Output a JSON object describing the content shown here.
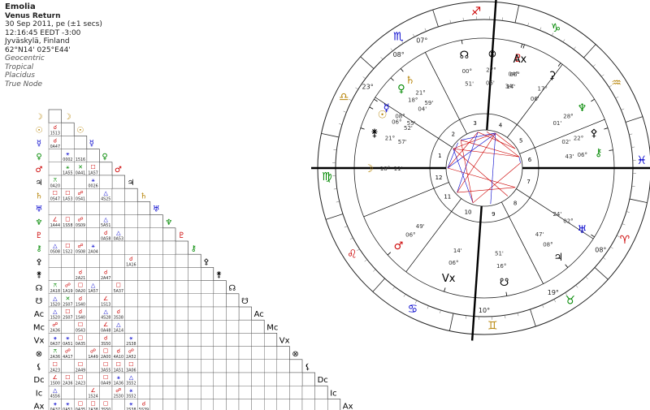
{
  "info": {
    "name": "Emolia",
    "chart_type": "Venus Return",
    "date": "30 Sep 2011, pe (±1 secs)",
    "time": "12:16:45 EEDT -3:00",
    "place": "Jyväskylä, Finland",
    "coords": "62°N14' 025°E44'",
    "options": [
      "Geocentric",
      "Tropical",
      "Placidus",
      "True Node"
    ]
  },
  "colors": {
    "fire": "#cc0000",
    "earth": "#008800",
    "air": "#b8860b",
    "water": "#0000cc",
    "aspect_hard": "#cc0000",
    "aspect_soft": "#0000cc"
  },
  "aspect_grid": {
    "rows": [
      {
        "glyph": "☽",
        "color": "#b8860b",
        "cells": []
      },
      {
        "glyph": "☉",
        "color": "#b8860b",
        "cells": [
          {
            "g": "☌",
            "c": "#cc0000",
            "t": "1513"
          }
        ]
      },
      {
        "glyph": "☿",
        "color": "#0000cc",
        "cells": [
          {
            "g": "☌",
            "c": "#cc0000",
            "t": "0A47"
          },
          {
            "g": "",
            "c": "#000",
            "t": ""
          }
        ]
      },
      {
        "glyph": "♀",
        "color": "#008800",
        "cells": [
          {
            "g": "",
            "c": "#000",
            "t": ""
          },
          {
            "g": "⚹",
            "c": "#0000cc",
            "t": "0002"
          },
          {
            "g": "",
            "c": "#000",
            "t": "1516"
          }
        ]
      },
      {
        "glyph": "♂",
        "color": "#cc0000",
        "cells": [
          {
            "g": "",
            "c": "#000",
            "t": ""
          },
          {
            "g": "⚹",
            "c": "#008800",
            "t": "1A55"
          },
          {
            "g": "✕",
            "c": "#008800",
            "t": "0A41"
          },
          {
            "g": "☐",
            "c": "#cc0000",
            "t": "1A57"
          }
        ]
      },
      {
        "glyph": "♃",
        "color": "#000000",
        "cells": [
          {
            "g": "⚻",
            "c": "#008800",
            "t": "0A20"
          },
          {
            "g": "",
            "c": "#000",
            "t": ""
          },
          {
            "g": "",
            "c": "#000",
            "t": ""
          },
          {
            "g": "⚹",
            "c": "#0000cc",
            "t": "0026"
          },
          {
            "g": "",
            "c": "#000",
            "t": ""
          }
        ]
      },
      {
        "glyph": "♄",
        "color": "#b8860b",
        "cells": [
          {
            "g": "☐",
            "c": "#cc0000",
            "t": "0S47"
          },
          {
            "g": "☐",
            "c": "#cc0000",
            "t": "1A53"
          },
          {
            "g": "☍",
            "c": "#cc0000",
            "t": "0S41"
          },
          {
            "g": "",
            "c": "#000",
            "t": ""
          },
          {
            "g": "△",
            "c": "#0000cc",
            "t": "4S25"
          },
          {
            "g": "",
            "c": "#000",
            "t": ""
          }
        ]
      },
      {
        "glyph": "♅",
        "color": "#0000cc",
        "cells": []
      },
      {
        "glyph": "♆",
        "color": "#008800",
        "cells": [
          {
            "g": "∠",
            "c": "#cc0000",
            "t": "1A44"
          },
          {
            "g": "☐",
            "c": "#cc0000",
            "t": "1S58"
          },
          {
            "g": "☍",
            "c": "#cc0000",
            "t": "0S09"
          },
          {
            "g": "",
            "c": "#000",
            "t": ""
          },
          {
            "g": "△",
            "c": "#0000cc",
            "t": "5A51"
          }
        ]
      },
      {
        "glyph": "♇",
        "color": "#cc0000",
        "cells": [
          {
            "g": "",
            "c": "#000",
            "t": ""
          },
          {
            "g": "",
            "c": "#000",
            "t": ""
          },
          {
            "g": "",
            "c": "#000",
            "t": ""
          },
          {
            "g": "",
            "c": "#000",
            "t": ""
          },
          {
            "g": "☌",
            "c": "#cc0000",
            "t": "0A58"
          },
          {
            "g": "△",
            "c": "#0000cc",
            "t": "0A53"
          }
        ]
      },
      {
        "glyph": "⚷",
        "color": "#008800",
        "cells": [
          {
            "g": "△",
            "c": "#0000cc",
            "t": "0S08"
          },
          {
            "g": "☐",
            "c": "#cc0000",
            "t": "1S22"
          },
          {
            "g": "☍",
            "c": "#cc0000",
            "t": "0S08"
          },
          {
            "g": "⚹",
            "c": "#0000cc",
            "t": "2A04"
          }
        ]
      },
      {
        "glyph": "⚴",
        "color": "#000000",
        "cells": [
          {
            "g": "",
            "c": "#000",
            "t": ""
          },
          {
            "g": "",
            "c": "#000",
            "t": ""
          },
          {
            "g": "",
            "c": "#000",
            "t": ""
          },
          {
            "g": "",
            "c": "#000",
            "t": ""
          },
          {
            "g": "",
            "c": "#000",
            "t": ""
          },
          {
            "g": "",
            "c": "#000",
            "t": ""
          },
          {
            "g": "☌",
            "c": "#cc0000",
            "t": "1A16"
          }
        ]
      },
      {
        "glyph": "⚵",
        "color": "#000000",
        "cells": [
          {
            "g": "",
            "c": "#000",
            "t": ""
          },
          {
            "g": "",
            "c": "#000",
            "t": ""
          },
          {
            "g": "☌",
            "c": "#cc0000",
            "t": "2A21"
          },
          {
            "g": "",
            "c": "#000",
            "t": ""
          },
          {
            "g": "☌",
            "c": "#cc0000",
            "t": "2A47"
          }
        ]
      },
      {
        "glyph": "☊",
        "color": "#000000",
        "cells": [
          {
            "g": "⚻",
            "c": "#008800",
            "t": "2A18"
          },
          {
            "g": "☍",
            "c": "#cc0000",
            "t": "1A19"
          },
          {
            "g": "☐",
            "c": "#cc0000",
            "t": "0A20"
          },
          {
            "g": "△",
            "c": "#0000cc",
            "t": "1A57"
          },
          {
            "g": "",
            "c": "#000",
            "t": ""
          },
          {
            "g": "☐",
            "c": "#cc0000",
            "t": "5A37"
          }
        ]
      },
      {
        "glyph": "☋",
        "color": "#000000",
        "cells": [
          {
            "g": "△",
            "c": "#0000cc",
            "t": "1S20"
          },
          {
            "g": "✕",
            "c": "#008800",
            "t": "2S07"
          },
          {
            "g": "☌",
            "c": "#cc0000",
            "t": "1S40"
          },
          {
            "g": "",
            "c": "#000",
            "t": ""
          },
          {
            "g": "∠",
            "c": "#cc0000",
            "t": "1S13"
          }
        ]
      },
      {
        "glyph": "Ac",
        "color": "#000000",
        "cells": [
          {
            "g": "△",
            "c": "#0000cc",
            "t": "1S20"
          },
          {
            "g": "☐",
            "c": "#cc0000",
            "t": "2S07"
          },
          {
            "g": "☌",
            "c": "#cc0000",
            "t": "1S40"
          },
          {
            "g": "",
            "c": "#000",
            "t": ""
          },
          {
            "g": "△",
            "c": "#0000cc",
            "t": "4S28"
          },
          {
            "g": "☌",
            "c": "#cc0000",
            "t": "3S38"
          }
        ]
      },
      {
        "glyph": "Mc",
        "color": "#000000",
        "cells": [
          {
            "g": "☍",
            "c": "#cc0000",
            "t": "2A36"
          },
          {
            "g": "",
            "c": "#000",
            "t": ""
          },
          {
            "g": "☐",
            "c": "#cc0000",
            "t": "0S43"
          },
          {
            "g": "",
            "c": "#000",
            "t": ""
          },
          {
            "g": "∠",
            "c": "#cc0000",
            "t": "0A48"
          },
          {
            "g": "△",
            "c": "#0000cc",
            "t": "1A14"
          }
        ]
      },
      {
        "glyph": "Vx",
        "color": "#000000",
        "cells": [
          {
            "g": "⚹",
            "c": "#0000cc",
            "t": "0A37"
          },
          {
            "g": "⚹",
            "c": "#0000cc",
            "t": "0A51"
          },
          {
            "g": "☐",
            "c": "#cc0000",
            "t": "0A35"
          },
          {
            "g": "",
            "c": "#000",
            "t": ""
          },
          {
            "g": "☌",
            "c": "#cc0000",
            "t": "3S50"
          },
          {
            "g": "",
            "c": "#000",
            "t": ""
          },
          {
            "g": "⚹",
            "c": "#0000cc",
            "t": "2S38"
          }
        ]
      },
      {
        "glyph": "⊗",
        "color": "#000000",
        "cells": [
          {
            "g": "⚻",
            "c": "#008800",
            "t": "2A36"
          },
          {
            "g": "☍",
            "c": "#cc0000",
            "t": "4A17"
          },
          {
            "g": "",
            "c": "#000",
            "t": ""
          },
          {
            "g": "☍",
            "c": "#cc0000",
            "t": "1A49"
          },
          {
            "g": "☐",
            "c": "#cc0000",
            "t": "2A00"
          },
          {
            "g": "☌",
            "c": "#cc0000",
            "t": "4A10"
          },
          {
            "g": "☍",
            "c": "#cc0000",
            "t": "2A52"
          }
        ]
      },
      {
        "glyph": "⚸",
        "color": "#000000",
        "cells": [
          {
            "g": "☐",
            "c": "#cc0000",
            "t": "2A23"
          },
          {
            "g": "",
            "c": "#000",
            "t": ""
          },
          {
            "g": "☐",
            "c": "#cc0000",
            "t": "2A49"
          },
          {
            "g": "",
            "c": "#000",
            "t": ""
          },
          {
            "g": "☐",
            "c": "#cc0000",
            "t": "3A55"
          },
          {
            "g": "☐",
            "c": "#cc0000",
            "t": "1A51"
          },
          {
            "g": "☐",
            "c": "#cc0000",
            "t": "3A06"
          }
        ]
      },
      {
        "glyph": "Dc",
        "color": "#000000",
        "cells": [
          {
            "g": "∠",
            "c": "#cc0000",
            "t": "1S00"
          },
          {
            "g": "☐",
            "c": "#cc0000",
            "t": "2A36"
          },
          {
            "g": "☐",
            "c": "#cc0000",
            "t": "2A23"
          },
          {
            "g": "",
            "c": "#000",
            "t": ""
          },
          {
            "g": "☐",
            "c": "#cc0000",
            "t": "0A49"
          },
          {
            "g": "⚹",
            "c": "#0000cc",
            "t": "1A36"
          },
          {
            "g": "△",
            "c": "#0000cc",
            "t": "3S52"
          }
        ]
      },
      {
        "glyph": "Ic",
        "color": "#000000",
        "cells": [
          {
            "g": "△",
            "c": "#0000cc",
            "t": "4S56"
          },
          {
            "g": "",
            "c": "#000",
            "t": ""
          },
          {
            "g": "",
            "c": "#000",
            "t": ""
          },
          {
            "g": "∠",
            "c": "#cc0000",
            "t": "1S24"
          },
          {
            "g": "",
            "c": "#000",
            "t": ""
          },
          {
            "g": "☍",
            "c": "#cc0000",
            "t": "2S30"
          },
          {
            "g": "⚹",
            "c": "#0000cc",
            "t": "3S52"
          }
        ]
      },
      {
        "glyph": "Ax",
        "color": "#000000",
        "cells": [
          {
            "g": "⚹",
            "c": "#0000cc",
            "t": "0A37"
          },
          {
            "g": "⚹",
            "c": "#0000cc",
            "t": "0A51"
          },
          {
            "g": "☐",
            "c": "#cc0000",
            "t": "0A35"
          },
          {
            "g": "☐",
            "c": "#cc0000",
            "t": "2A38"
          },
          {
            "g": "☐",
            "c": "#cc0000",
            "t": "3S50"
          },
          {
            "g": "",
            "c": "#000",
            "t": ""
          },
          {
            "g": "⚹",
            "c": "#0000cc",
            "t": "2S38"
          },
          {
            "g": "☌",
            "c": "#cc0000",
            "t": "5S39"
          }
        ]
      }
    ]
  },
  "wheel": {
    "signs": [
      {
        "g": "♈",
        "c": "#cc0000"
      },
      {
        "g": "♉",
        "c": "#008800"
      },
      {
        "g": "♊",
        "c": "#b8860b"
      },
      {
        "g": "♋",
        "c": "#0000cc"
      },
      {
        "g": "♌",
        "c": "#cc0000"
      },
      {
        "g": "♍",
        "c": "#008800"
      },
      {
        "g": "♎",
        "c": "#b8860b"
      },
      {
        "g": "♏",
        "c": "#0000cc"
      },
      {
        "g": "♐",
        "c": "#cc0000"
      },
      {
        "g": "♑",
        "c": "#008800"
      },
      {
        "g": "♒",
        "c": "#b8860b"
      },
      {
        "g": "♓",
        "c": "#0000cc"
      }
    ],
    "asc_lon": 168.0,
    "house_cusps": [
      168,
      201,
      231,
      262,
      295,
      326,
      348,
      21,
      51,
      82,
      115,
      146
    ],
    "house_numbers": [
      "1",
      "2",
      "3",
      "4",
      "5",
      "6",
      "7",
      "8",
      "9",
      "10",
      "11",
      "12"
    ],
    "cusp_labels": [
      {
        "text": "08°",
        "lon": 221
      },
      {
        "text": "08°",
        "lon": 23
      },
      {
        "text": "10°",
        "lon": 78
      },
      {
        "text": "19°",
        "lon": 49
      },
      {
        "text": "07°",
        "lon": 232
      },
      {
        "text": "23°",
        "lon": 203
      }
    ],
    "planets": [
      {
        "name": "moon",
        "g": "☽",
        "c": "#b8860b",
        "lon": 168,
        "deg": "18°",
        "min": "11'"
      },
      {
        "name": "sun",
        "g": "☉",
        "c": "#b8860b",
        "lon": 196,
        "deg": "06°",
        "min": "52'"
      },
      {
        "name": "mercury",
        "g": "☿",
        "c": "#0000cc",
        "lon": 200,
        "deg": "08°",
        "min": "55'"
      },
      {
        "name": "venus",
        "g": "♀",
        "c": "#008800",
        "lon": 212,
        "deg": "18°",
        "min": "04'"
      },
      {
        "name": "mars",
        "g": "♂",
        "c": "#cc0000",
        "lon": 126,
        "deg": "06°",
        "min": "49'"
      },
      {
        "name": "jupiter",
        "g": "♃",
        "c": "#000000",
        "lon": 38,
        "deg": "08°",
        "min": "47'"
      },
      {
        "name": "saturn",
        "g": "♄",
        "c": "#b8860b",
        "lon": 218,
        "deg": "21°",
        "min": "59'"
      },
      {
        "name": "uranus",
        "g": "♅",
        "c": "#0000cc",
        "lon": 20,
        "deg": "02°",
        "min": "24'"
      },
      {
        "name": "neptune",
        "g": "♆",
        "c": "#008800",
        "lon": 316,
        "deg": "28°",
        "min": "01'"
      },
      {
        "name": "pluto",
        "g": "♇",
        "c": "#cc0000",
        "lon": 275,
        "deg": "04°",
        "min": "34'"
      },
      {
        "name": "chiron",
        "g": "⚷",
        "c": "#008800",
        "lon": 340,
        "deg": "06°",
        "min": "43'"
      },
      {
        "name": "node",
        "g": "☊",
        "c": "#000000",
        "lon": 248,
        "deg": "00°",
        "min": "51'"
      },
      {
        "name": "south-node",
        "g": "☋",
        "c": "#000000",
        "lon": 68,
        "deg": "16°",
        "min": "51'"
      },
      {
        "name": "vertex",
        "g": "Vx",
        "c": "#000000",
        "lon": 96,
        "deg": "06°",
        "min": "14'"
      },
      {
        "name": "fortune",
        "g": "⊗",
        "c": "#000000",
        "lon": 262,
        "deg": "27°",
        "min": "06'"
      },
      {
        "name": "antivertex",
        "g": "Ax",
        "c": "#000000",
        "lon": 276,
        "deg": "06°",
        "min": "14'"
      },
      {
        "name": "ceres",
        "g": "⚳",
        "c": "#000000",
        "lon": 294,
        "deg": "17°",
        "min": "06'"
      },
      {
        "name": "pallas",
        "g": "⚴",
        "c": "#000000",
        "lon": 330,
        "deg": "22°",
        "min": "02'"
      },
      {
        "name": "juno",
        "g": "⚵",
        "c": "#000000",
        "lon": 186,
        "deg": "21°",
        "min": "57'"
      }
    ]
  }
}
